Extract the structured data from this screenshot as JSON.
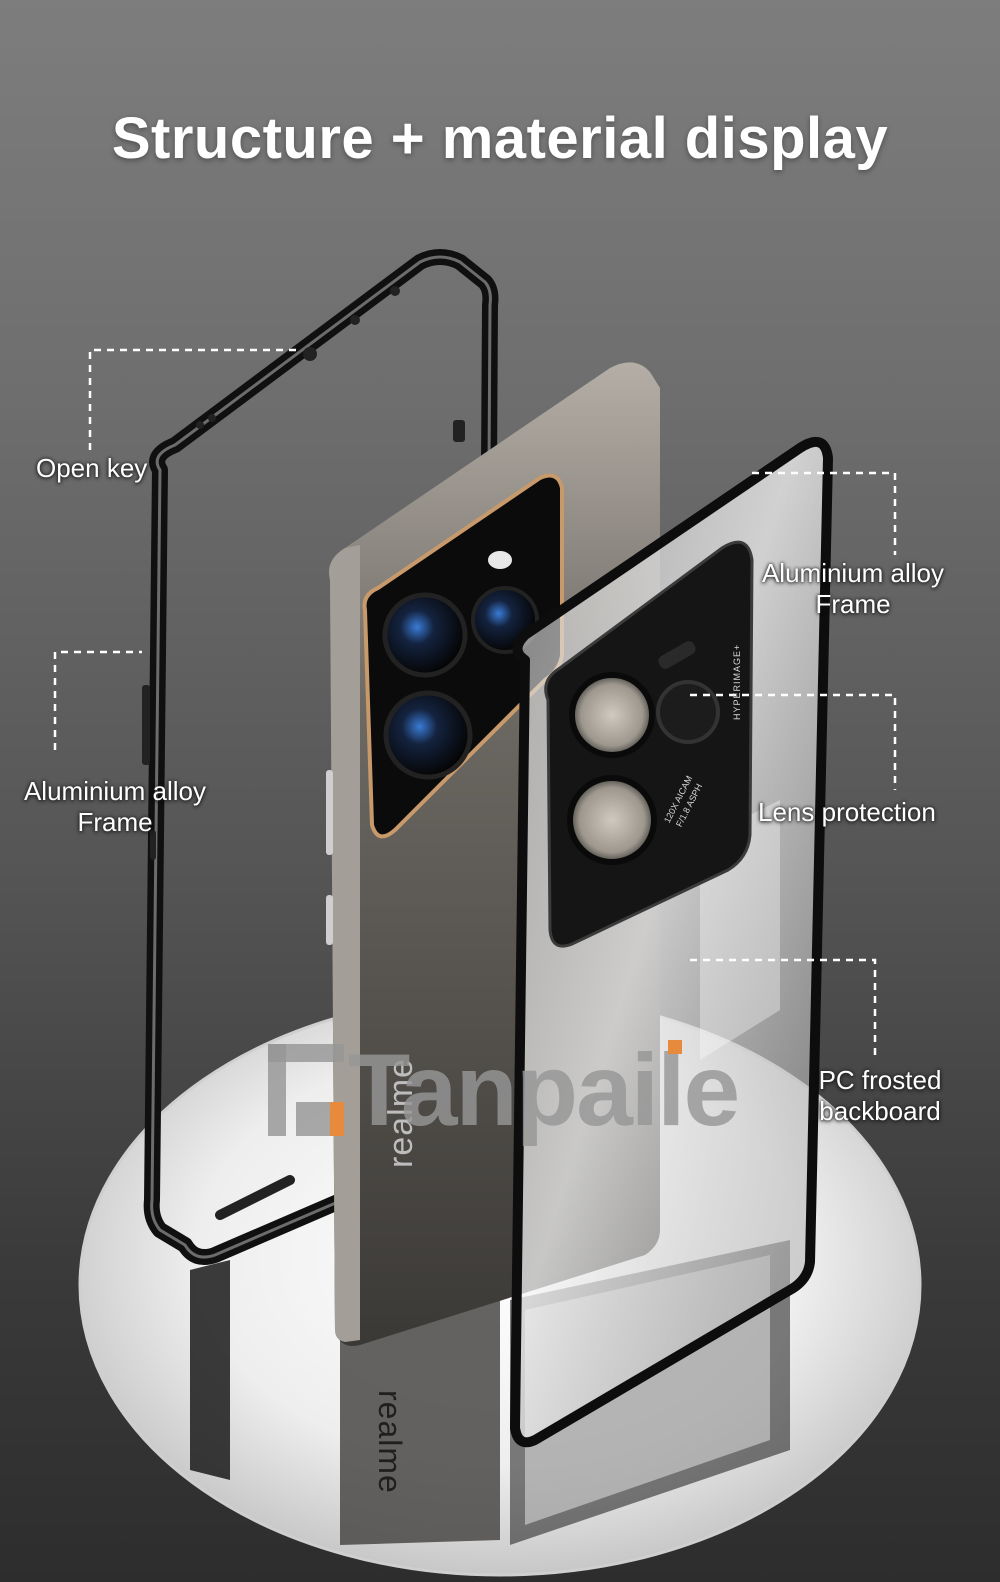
{
  "title": "Structure + material display",
  "callouts": {
    "open_key": "Open key",
    "frame_left_line1": "Aluminium alloy",
    "frame_left_line2": "Frame",
    "frame_right_line1": "Aluminium alloy",
    "frame_right_line2": "Frame",
    "lens_protection": "Lens protection",
    "backboard_line1": "PC frosted",
    "backboard_line2": "backboard"
  },
  "phone": {
    "brand": "realme",
    "brand_reflection": "realme",
    "camera_text_1": "120X AICAM",
    "camera_text_2": "F/1.8 ASPH",
    "lens_side_text": "HYPERIMAGE+"
  },
  "watermark": {
    "text": "Tanpaile",
    "accent_color": "#e88a3c"
  },
  "colors": {
    "text": "#ffffff",
    "dashed_line": "#ffffff",
    "frame": "#111111",
    "phone_body": "#5a5753",
    "pedestal": "#f2f2f2"
  }
}
